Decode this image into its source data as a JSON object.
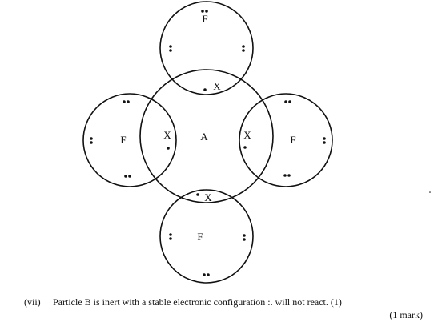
{
  "diagram": {
    "central_atom": "A",
    "outer_atoms": [
      "F",
      "F",
      "F",
      "F"
    ],
    "shared_electron_label": "X"
  },
  "text": {
    "question_number": "(vii)",
    "answer": "Particle B is inert with a stable electronic configuration :. will not react. (1)",
    "marks": "(1 mark)"
  }
}
